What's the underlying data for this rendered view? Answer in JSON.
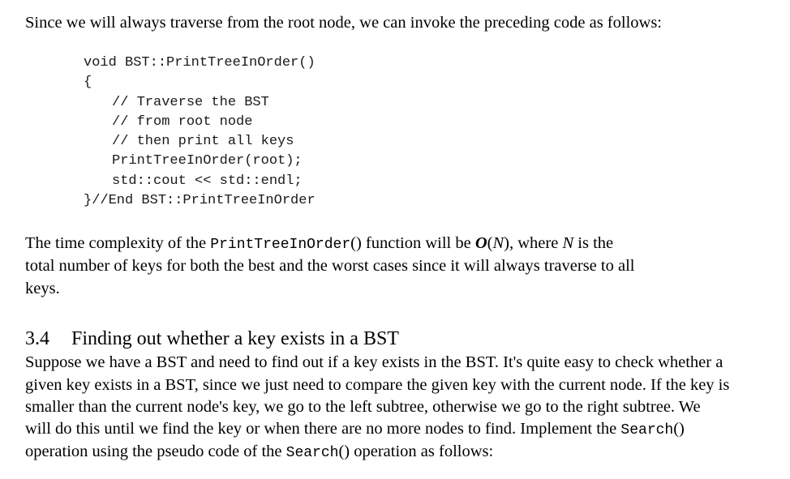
{
  "intro": {
    "text": "Since we will always traverse from the root node, we can invoke the preceding code as follows:"
  },
  "code": {
    "lines": [
      "void BST::PrintTreeInOrder()",
      "{",
      "// Traverse the BST",
      "// from root node",
      "// then print all keys",
      "PrintTreeInOrder(root);",
      "std::cout << std::endl;",
      "}//End BST::PrintTreeInOrder"
    ]
  },
  "complexity": {
    "line1_a": "The time complexity of the ",
    "line1_code": "PrintTreeInOrder",
    "line1_b": "() function will be ",
    "big_o": "O",
    "paren_open": "(",
    "n1": "N",
    "line1_c": "), where ",
    "n2": "N",
    "line1_d": " is the",
    "line2": "total number of keys for both the best and the worst cases since it will always traverse to all",
    "line3": "keys."
  },
  "section": {
    "number": "3.4",
    "title": "Finding out whether a key exists in a BST",
    "lines": [
      "Suppose we have a BST and need to find out if a key exists in the BST. It's quite easy to check whether a",
      "given key exists in a BST, since we just need to compare the given key with the current node. If the key is",
      "smaller than the current node's key, we go to the left subtree, otherwise we go to the right subtree. We"
    ],
    "line4_a": "will do this until we find the key or when there are no more nodes to find. Implement the ",
    "line4_code": "Search",
    "line4_b": "()",
    "line5_a": "operation using the pseudo code of the ",
    "line5_code": "Search",
    "line5_b": "() operation as follows:"
  }
}
